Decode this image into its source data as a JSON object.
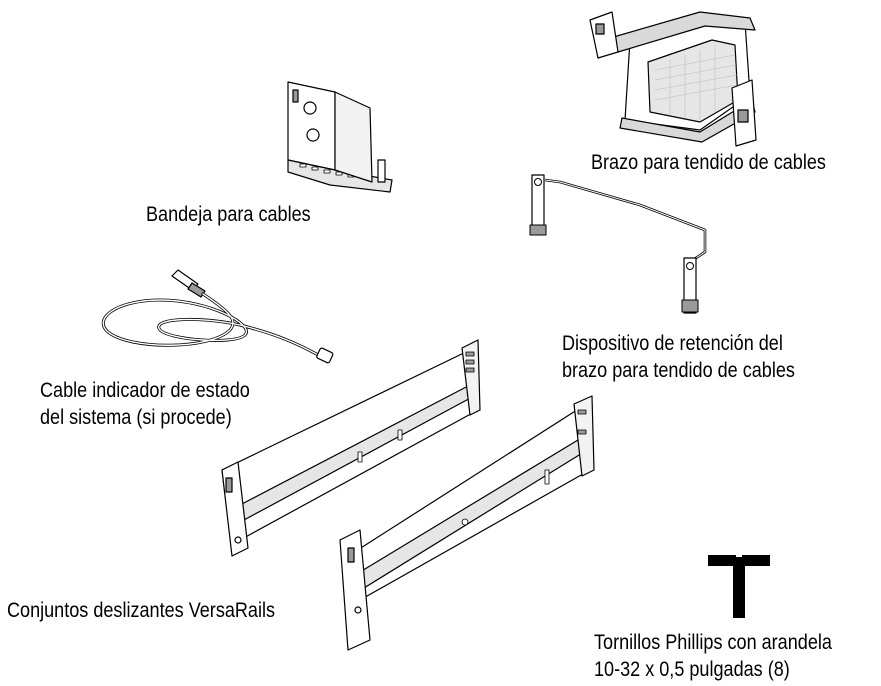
{
  "labels": {
    "cable_management_arm": "Brazo para tendido de cables",
    "cable_tray": "Bandeja para cables",
    "arm_retainer_line1": "Dispositivo de retención del",
    "arm_retainer_line2": "brazo para tendido de cables",
    "status_cable_line1": "Cable indicador de estado",
    "status_cable_line2": "del sistema (si procede)",
    "slide_assemblies": "Conjuntos deslizantes VersaRails",
    "screws_line1": "Tornillos Phillips con arandela",
    "screws_line2": "10-32 x 0,5 pulgadas (8)"
  },
  "colors": {
    "line": "#000000",
    "fill": "#ffffff",
    "shade": "#d9d9d9",
    "dark_shade": "#9a9a9a"
  }
}
